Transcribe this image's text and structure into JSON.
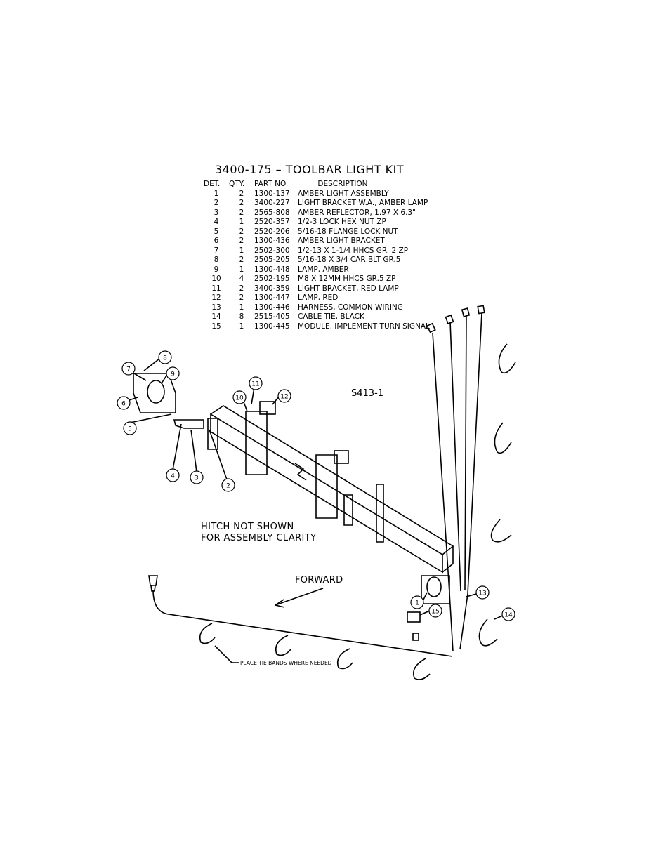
{
  "title": "3400-175 – TOOLBAR LIGHT KIT",
  "table": {
    "headers": [
      "DET.",
      "QTY.",
      "PART NO.",
      "DESCRIPTION"
    ],
    "rows": [
      [
        "1",
        "2",
        "1300-137",
        "AMBER LIGHT ASSEMBLY"
      ],
      [
        "2",
        "2",
        "3400-227",
        "LIGHT BRACKET W.A., AMBER LAMP"
      ],
      [
        "3",
        "2",
        "2565-808",
        "AMBER REFLECTOR, 1.97 X 6.3\""
      ],
      [
        "4",
        "1",
        "2520-357",
        "1/2-3 LOCK HEX NUT ZP"
      ],
      [
        "5",
        "2",
        "2520-206",
        "5/16-18 FLANGE LOCK NUT"
      ],
      [
        "6",
        "2",
        "1300-436",
        "AMBER LIGHT BRACKET"
      ],
      [
        "7",
        "1",
        "2502-300",
        "1/2-13 X 1-1/4 HHCS GR. 2 ZP"
      ],
      [
        "8",
        "2",
        "2505-205",
        "5/16-18 X 3/4 CAR BLT GR.5"
      ],
      [
        "9",
        "1",
        "1300-448",
        "LAMP, AMBER"
      ],
      [
        "10",
        "4",
        "2502-195",
        "M8 X 12MM HHCS GR.5 ZP"
      ],
      [
        "11",
        "2",
        "3400-359",
        "LIGHT BRACKET, RED LAMP"
      ],
      [
        "12",
        "2",
        "1300-447",
        "LAMP, RED"
      ],
      [
        "13",
        "1",
        "1300-446",
        "HARNESS, COMMON WIRING"
      ],
      [
        "14",
        "8",
        "2515-405",
        "CABLE TIE, BLACK"
      ],
      [
        "15",
        "1",
        "1300-445",
        "MODULE, IMPLEMENT TURN SIGNAL"
      ]
    ]
  },
  "drawing": {
    "drawing_number": "S413-1",
    "note_hitch_line1": "HITCH NOT SHOWN",
    "note_hitch_line2": "FOR ASSEMBLY CLARITY",
    "forward_label": "FORWARD",
    "tie_band_note": "PLACE TIE BANDS WHERE NEEDED",
    "callouts": [
      "1",
      "2",
      "3",
      "4",
      "5",
      "6",
      "7",
      "8",
      "9",
      "10",
      "11",
      "12",
      "13",
      "14",
      "15"
    ]
  }
}
